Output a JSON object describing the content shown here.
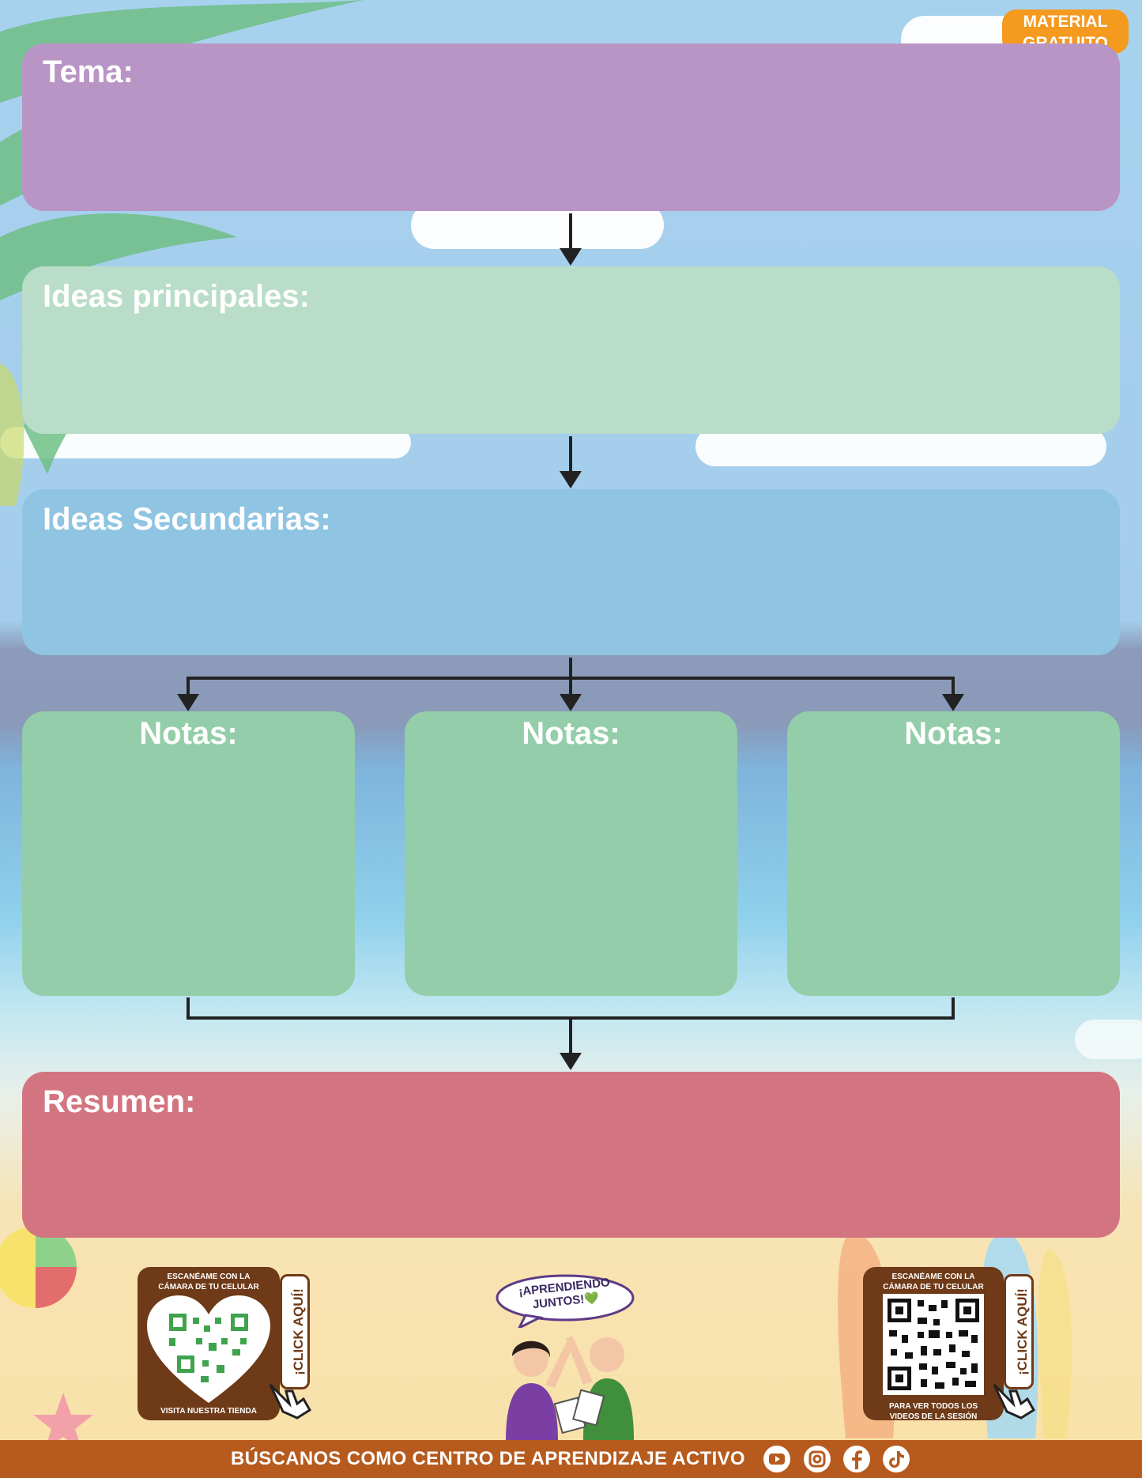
{
  "badge": {
    "line1": "MATERIAL",
    "line2": "GRATUITO"
  },
  "boxes": {
    "tema": {
      "title": "Tema:",
      "color": "#b995c5"
    },
    "ideas_principales": {
      "title": "Ideas principales:",
      "color": "#b9ddc8"
    },
    "ideas_secundarias": {
      "title": "Ideas Secundarias:",
      "color": "#8fc4e2"
    },
    "notas": [
      {
        "title": "Notas:",
        "color": "#94cda9"
      },
      {
        "title": "Notas:",
        "color": "#94cda9"
      },
      {
        "title": "Notas:",
        "color": "#94cda9"
      }
    ],
    "resumen": {
      "title": "Resumen:",
      "color": "#d37580"
    }
  },
  "qr_left": {
    "top_line1": "ESCANÉAME CON LA",
    "top_line2": "CÁMARA DE TU CELULAR",
    "bottom": "VISITA NUESTRA TIENDA",
    "click": "¡CLICK AQUÍ!"
  },
  "qr_right": {
    "top_line1": "ESCANÉAME CON LA",
    "top_line2": "CÁMARA DE TU CELULAR",
    "bottom_line1": "PARA VER TODOS LOS",
    "bottom_line2": "VIDEOS DE LA SESIÓN",
    "click": "¡CLICK AQUÍ!"
  },
  "speech": {
    "line1": "¡APRENDIENDO",
    "line2": "JUNTOS!💚"
  },
  "footer": {
    "text": "BÚSCANOS COMO CENTRO DE APRENDIZAJE ACTIVO"
  },
  "social": [
    "youtube-icon",
    "instagram-icon",
    "facebook-icon",
    "tiktok-icon"
  ]
}
